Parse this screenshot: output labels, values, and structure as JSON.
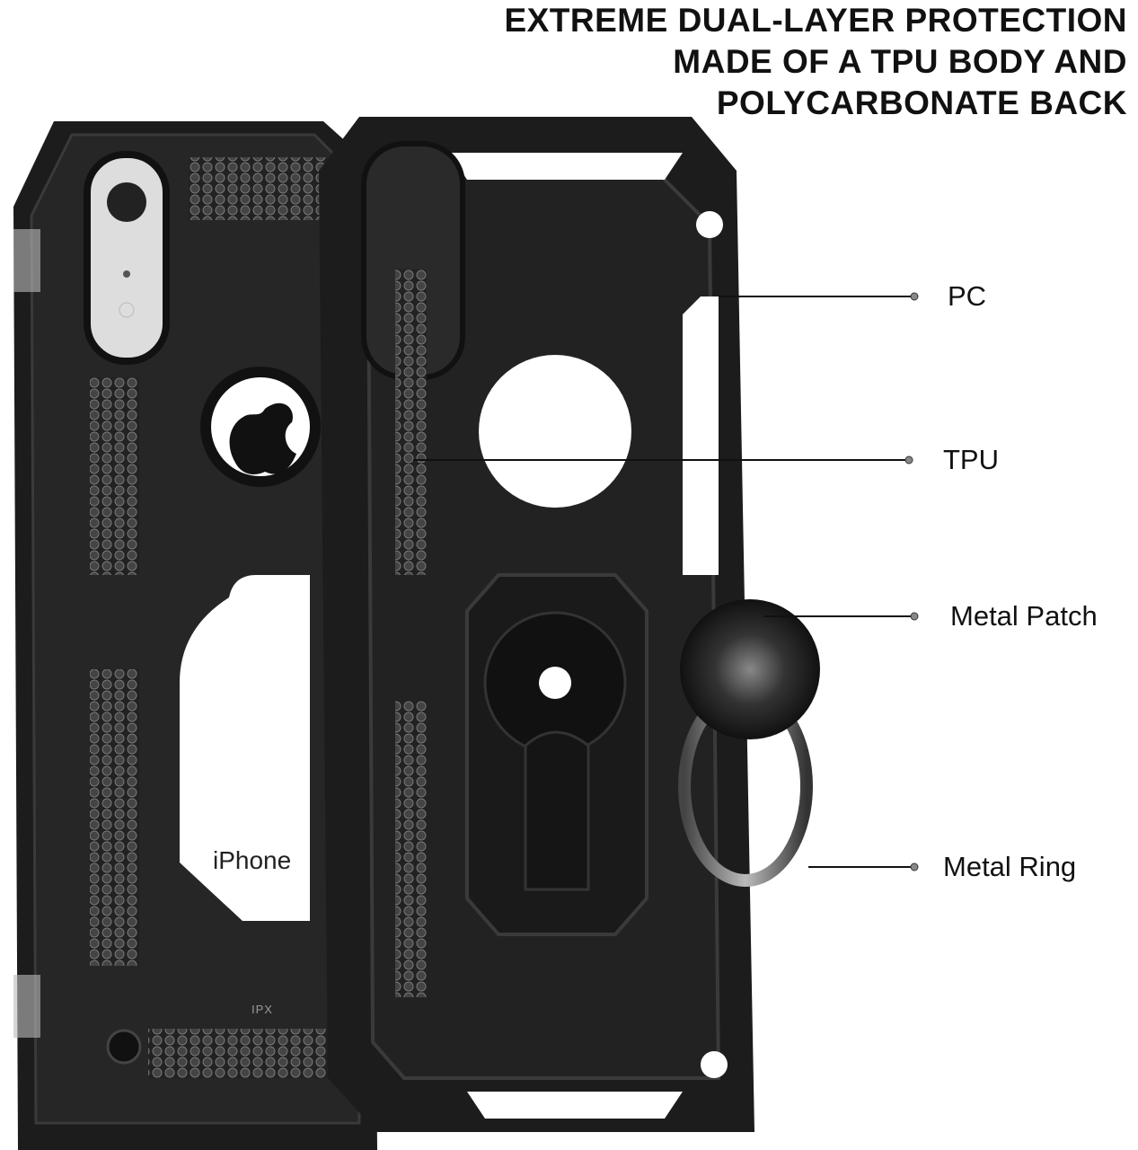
{
  "headline": {
    "lines": [
      "EXTREME DUAL-LAYER PROTECTION",
      "MADE OF A TPU BODY AND",
      "POLYCARBONATE BACK"
    ]
  },
  "callouts": [
    {
      "label": "PC"
    },
    {
      "label": "TPU"
    },
    {
      "label": "Metal Patch"
    },
    {
      "label": "Metal Ring"
    }
  ],
  "product": {
    "window_text": "iPhone",
    "case_mark": "IPX"
  },
  "colors": {
    "case": "#1c1c1c",
    "case_highlight": "#3a3a3a",
    "background": "#ffffff",
    "text": "#111111"
  }
}
